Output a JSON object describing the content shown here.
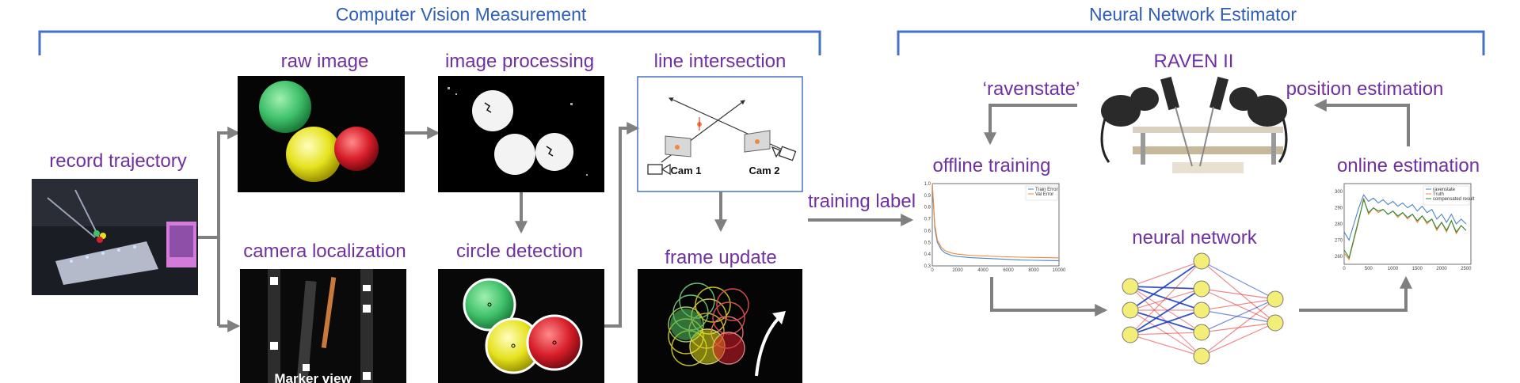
{
  "sections": {
    "cv": "Computer Vision Measurement",
    "nn": "Neural Network Estimator"
  },
  "labels": {
    "record": "record trajectory",
    "raw": "raw image",
    "processing": "image processing",
    "intersection": "line intersection",
    "localization": "camera localization",
    "circle": "circle detection",
    "frame": "frame update",
    "training_label": "training label",
    "raven": "RAVEN II",
    "ravenstate": "‘ravenstate’",
    "position": "position estimation",
    "offline": "offline training",
    "online": "online estimation",
    "network": "neural network"
  },
  "cams": {
    "cam1": "Cam 1",
    "cam2": "Cam 2"
  },
  "marker_view": "Marker view",
  "colors": {
    "section": "#2f5fb3",
    "label": "#7030a0",
    "arrow": "#808080",
    "bracket": "#4472c4",
    "green": "#3fc06a",
    "yellow": "#e6e21e",
    "red": "#d81e2a",
    "node": "#f3ee78",
    "train_line": "#4a84c4",
    "val_line": "#f08a3a",
    "edge_blue": "#1f3fbf",
    "edge_red": "#e23a3a"
  },
  "chart_data": [
    {
      "type": "line",
      "legend_placement": "top-right",
      "legend": [
        "Train Error",
        "Val Error"
      ],
      "x_ticks": [
        "0",
        "2000",
        "4000",
        "6000",
        "8000",
        "10000"
      ],
      "y_ticks": [
        "0.3",
        "0.4",
        "0.5",
        "0.6",
        "0.7",
        "0.8",
        "0.9",
        "1.0"
      ],
      "xlim": [
        0,
        10000
      ],
      "ylim": [
        0.3,
        1.0
      ],
      "series": [
        {
          "name": "Train Error",
          "x": [
            0,
            200,
            400,
            700,
            1000,
            1500,
            2000,
            3000,
            4000,
            5000,
            6000,
            7000,
            8000,
            9000,
            10000
          ],
          "values": [
            1.0,
            0.62,
            0.5,
            0.44,
            0.41,
            0.39,
            0.38,
            0.37,
            0.365,
            0.36,
            0.355,
            0.35,
            0.348,
            0.346,
            0.344
          ]
        },
        {
          "name": "Val Error",
          "x": [
            0,
            200,
            400,
            700,
            1000,
            1500,
            2000,
            3000,
            4000,
            5000,
            6000,
            7000,
            8000,
            9000,
            10000
          ],
          "values": [
            1.0,
            0.65,
            0.52,
            0.46,
            0.43,
            0.41,
            0.4,
            0.39,
            0.385,
            0.38,
            0.377,
            0.374,
            0.372,
            0.37,
            0.368
          ]
        }
      ]
    },
    {
      "type": "line",
      "legend_placement": "top-right",
      "legend": [
        "ravenstate",
        "Truth",
        "compensated result"
      ],
      "x_ticks": [
        "0",
        "500",
        "1000",
        "1500",
        "2000",
        "2500"
      ],
      "y_ticks": [
        "260",
        "270",
        "280",
        "290",
        "300"
      ],
      "xlim": [
        0,
        2600
      ],
      "ylim": [
        255,
        305
      ],
      "series": [
        {
          "name": "ravenstate",
          "x": [
            0,
            100,
            200,
            300,
            400,
            500,
            600,
            700,
            800,
            900,
            1000,
            1100,
            1200,
            1300,
            1400,
            1500,
            1600,
            1700,
            1800,
            1900,
            2000,
            2100,
            2200,
            2300,
            2400,
            2500
          ],
          "values": [
            275,
            270,
            280,
            290,
            298,
            294,
            296,
            293,
            295,
            292,
            294,
            291,
            293,
            290,
            292,
            288,
            291,
            287,
            289,
            283,
            286,
            281,
            286,
            280,
            283,
            280
          ]
        },
        {
          "name": "Truth",
          "x": [
            0,
            100,
            200,
            300,
            400,
            500,
            600,
            700,
            800,
            900,
            1000,
            1100,
            1200,
            1300,
            1400,
            1500,
            1600,
            1700,
            1800,
            1900,
            2000,
            2100,
            2200,
            2300,
            2400,
            2500
          ],
          "values": [
            262,
            258,
            270,
            282,
            296,
            286,
            290,
            287,
            289,
            286,
            288,
            284,
            287,
            283,
            286,
            281,
            285,
            280,
            283,
            276,
            281,
            275,
            282,
            274,
            279,
            276
          ]
        },
        {
          "name": "compensated result",
          "x": [
            0,
            100,
            200,
            300,
            400,
            500,
            600,
            700,
            800,
            900,
            1000,
            1100,
            1200,
            1300,
            1400,
            1500,
            1600,
            1700,
            1800,
            1900,
            2000,
            2100,
            2200,
            2300,
            2400,
            2500
          ],
          "values": [
            264,
            259,
            271,
            283,
            295,
            287,
            290,
            288,
            289,
            286,
            288,
            285,
            287,
            284,
            286,
            282,
            285,
            281,
            283,
            277,
            281,
            276,
            282,
            275,
            279,
            276
          ]
        }
      ]
    }
  ]
}
